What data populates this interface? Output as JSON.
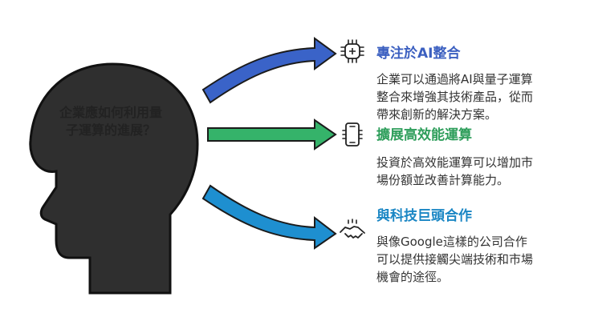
{
  "colors": {
    "head_fill": "#2f2f2f",
    "head_stroke": "#111111",
    "arrow_1": "#3a63c8",
    "arrow_2": "#35b36a",
    "arrow_3": "#1e8fd0",
    "title_1": "#3b5fc0",
    "title_2": "#2e9e5b",
    "title_3": "#1a86c4"
  },
  "center": {
    "question": "企業應如何利用量子運算的進展？"
  },
  "items": [
    {
      "icon": "chip-icon",
      "title": "專注於AI整合",
      "desc_lines": [
        "企業可以通過將AI與量子運算",
        "整合來增強其技術產品，從而",
        "帶來創新的解決方案。"
      ]
    },
    {
      "icon": "smartphone-icon",
      "title": "擴展高效能運算",
      "desc_lines": [
        "投資於高效能運算可以增加市",
        "場份額並改善計算能力。"
      ]
    },
    {
      "icon": "handshake-icon",
      "title": "與科技巨頭合作",
      "desc_lines": [
        "與像Google這樣的公司合作",
        "可以提供接觸尖端技術和市場",
        "機會的途徑。"
      ]
    }
  ]
}
